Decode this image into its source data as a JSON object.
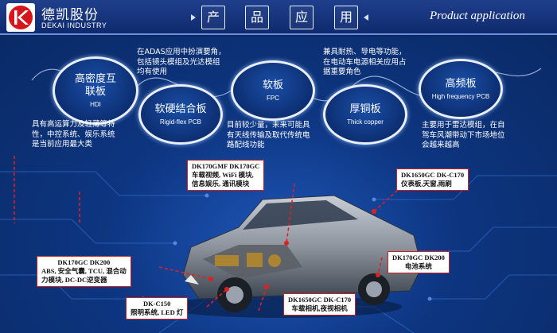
{
  "header": {
    "brand_cn": "德凯股份",
    "brand_en": "DEKAI INDUSTRY",
    "title_chars": [
      "产",
      "品",
      "应",
      "用"
    ],
    "app_label": "Product application"
  },
  "products": [
    {
      "cn": "高密度互联板",
      "en": "HDI"
    },
    {
      "cn": "软硬结合板",
      "en": "Rigid-flex PCB"
    },
    {
      "cn": "软板",
      "en": "FPC"
    },
    {
      "cn": "厚铜板",
      "en": "Thick copper"
    },
    {
      "cn": "高频板",
      "en": "High frequency PCB"
    }
  ],
  "descriptions": {
    "hdi": [
      "具有高运算力及轻薄等特",
      "性，中控系统、娱乐系统",
      "是当前应用最大类"
    ],
    "rigid_flex": [
      "在ADAS应用中扮演要角，",
      "包括镜头模组及光达模组",
      "均有使用"
    ],
    "fpc": [
      "目前较少量，未来可能具",
      "有天线传输及取代传统电",
      "路配线功能"
    ],
    "thick_copper": [
      "兼具耐热、导电等功能，",
      "在电动车电源相关应用占",
      "据重要角色"
    ],
    "high_freq": [
      "主要用于雷达模组，在自",
      "驾车风潮带动下市场地位",
      "会越来越高"
    ]
  },
  "callouts": {
    "infotainment": [
      "DK170GMF DK170GC",
      "车载视频, WiFi 模块,",
      "信息娱乐, 通讯模块"
    ],
    "dashboard": [
      "DK1650GC  DK-C170",
      "仪表板,天窗,雨刷"
    ],
    "battery": [
      "DK170GC  DK200",
      "电池系统"
    ],
    "abs": [
      "DK170GC  DK200",
      "ABS, 安全气囊, TCU, 混合动",
      "力模块, DC-DC逆变器"
    ],
    "lighting": [
      "DK-C150",
      "照明系统, LED 灯"
    ],
    "camera": [
      "DK1650GC DK-C170",
      "车载相机,夜视相机"
    ]
  },
  "colors": {
    "header_bg": "#0f2a6e",
    "main_bg": "#0b2a63",
    "callout_border": "#cc2222",
    "arrow_red": "#e02020"
  }
}
